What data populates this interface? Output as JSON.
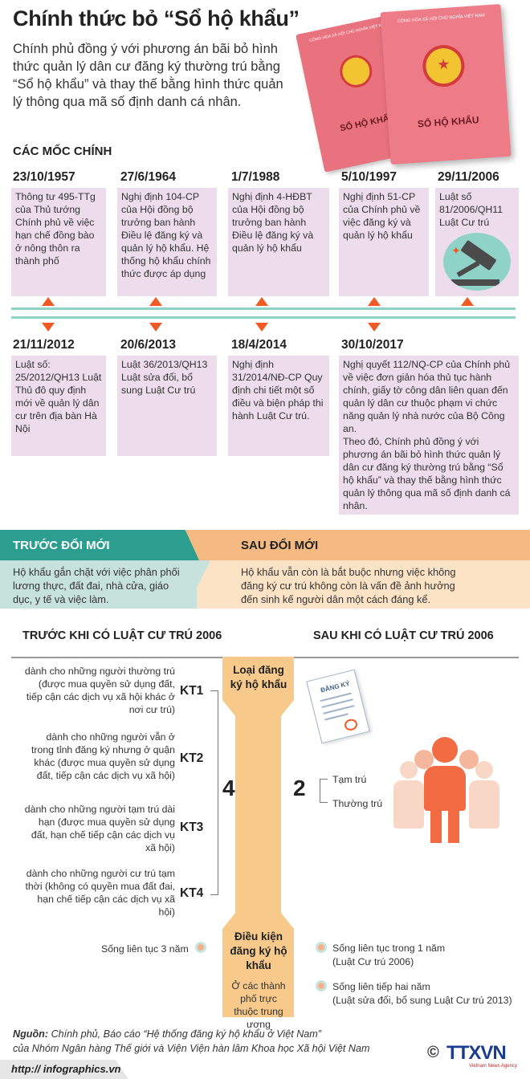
{
  "header": {
    "title": "Chính thức bỏ “Sổ hộ khẩu”",
    "intro": "Chính phủ đồng ý với phương án bãi bỏ hình thức quản lý dân cư đăng ký thường trú bằng “Sổ hộ khẩu” và thay thế bằng hình thức quản lý thông qua mã số định danh cá nhân.",
    "book_title": "SỔ HỘ KHẨU",
    "book_top_text": "CỘNG HÒA XÃ HỘI CHỦ NGHĨA VIỆT NAM"
  },
  "timeline": {
    "heading": "CÁC MỐC CHÍNH",
    "top": [
      {
        "date": "23/10/1957",
        "text": "Thông tư 495-TTg của Thủ tướng Chính phủ về việc hạn chế đồng bào ở nông thôn ra thành phố"
      },
      {
        "date": "27/6/1964",
        "text": "Nghị định 104-CP của Hội đồng bộ trưởng ban hành Điều lệ đăng ký và quản lý hộ khẩu. Hệ thống hộ khẩu chính thức được áp dụng"
      },
      {
        "date": "1/7/1988",
        "text": "Nghị định 4-HĐBT của Hội đồng bộ trưởng ban hành Điều lệ đăng ký và quản lý hộ khẩu"
      },
      {
        "date": "5/10/1997",
        "text": "Nghị định 51-CP của Chính phủ về việc đăng ký và quản lý hộ khẩu"
      },
      {
        "date": "29/11/2006",
        "text": "Luật số 81/2006/QH11 Luật Cư trú"
      }
    ],
    "bottom": [
      {
        "date": "21/11/2012",
        "text": "Luật số: 25/2012/QH13 Luật Thủ đô quy định mới về quản lý dân cư trên địa bàn Hà Nội"
      },
      {
        "date": "20/6/2013",
        "text": "Luật 36/2013/QH13 Luật sửa đổi, bổ sung Luật Cư trú"
      },
      {
        "date": "18/4/2014",
        "text": "Nghị định 31/2014/NĐ-CP Quy định chi tiết một số điều và biện pháp thi hành Luật Cư trú."
      },
      {
        "date": "30/10/2017",
        "text": "Nghị quyết 112/NQ-CP của Chính phủ về việc đơn giản hóa thủ tục hành chính, giấy tờ công dân liên quan đến quản lý dân cư thuộc phạm vi chức năng quản lý nhà nước của Bộ Công an.",
        "text2": "Theo đó, Chính phủ đồng ý với phương án bãi bỏ hình thức quản lý dân cư đăng ký thường trú bằng “Sổ hộ khẩu” và thay thế bằng hình thức quản lý thông qua mã số định danh cá nhân."
      }
    ]
  },
  "reform": {
    "before_title": "TRƯỚC ĐỔI MỚI",
    "before_text": "Hộ khẩu gắn chặt với việc phân phối lương thực, đất đai, nhà cửa, giáo dục, y tế và việc làm.",
    "after_title": "SAU ĐỔI MỚI",
    "after_text": "Hộ khẩu vẫn còn là bắt buộc nhưng việc không đăng ký cư trú không còn là vấn đề ảnh hưởng đến sinh kế người dân một cách đáng kể."
  },
  "compare": {
    "before_head": "TRƯỚC KHI CÓ LUẬT CƯ TRÚ 2006",
    "after_head": "SAU KHI CÓ LUẬT CƯ TRÚ 2006",
    "center_top": "Loại đăng ký hộ khẩu",
    "before_count": "4",
    "after_count": "2",
    "kt": [
      {
        "label": "KT1",
        "text": "dành cho những người thường trú (được mua quyền sử dụng đất, tiếp cận các dịch vụ xã hội khác ở nơi cư trú)"
      },
      {
        "label": "KT2",
        "text": "dành cho những người vẫn ở trong tỉnh đăng ký nhưng ở quận khác (được mua quyền sử dụng đất, tiếp cận các dịch vụ xã hội)"
      },
      {
        "label": "KT3",
        "text": "dành cho những người tạm trú dài hạn (được mua quyền sử dụng đất, hạn chế tiếp cận các dịch vụ xã hội)"
      },
      {
        "label": "KT4",
        "text": "dành cho những người cư trú tạm thời (không có quyền mua đất đai, hạn chế tiếp cận các dịch vụ xã hội)"
      }
    ],
    "after_types": [
      "Tạm trú",
      "Thường trú"
    ],
    "form_label": "ĐĂNG KÝ",
    "center_bottom_title": "Điều kiện đăng ký hộ khẩu",
    "center_bottom_sub": "Ở các thành phố trực thuộc trung ương",
    "cond_before": "Sống liên tục 3 năm",
    "cond_after": [
      {
        "text": "Sống liên tục trong 1 năm",
        "note": "(Luật Cư trú 2006)"
      },
      {
        "text": "Sống liên tiếp hai năm",
        "note": "(Luật sửa đổi, bổ sung Luật Cư trú 2013)"
      }
    ]
  },
  "footer": {
    "source_label": "Nguồn:",
    "source_line1": "Chính phủ, Báo cáo “Hệ thống đăng ký hộ khẩu ở Việt Nam”",
    "source_line2": "của Nhóm Ngân hàng Thế giới và  Viện Viện hàn lâm Khoa học Xã hội Việt Nam",
    "url": "http:// infographics.vn",
    "copyright": "©",
    "logo": "TTXVN",
    "logo_sub": "Vietnam News Agency"
  },
  "colors": {
    "accent": "#f15a24",
    "teal": "#2c9e8f",
    "peach": "#f5ba82",
    "box": "#ecdcec",
    "timeline": "#8fd3c8"
  }
}
